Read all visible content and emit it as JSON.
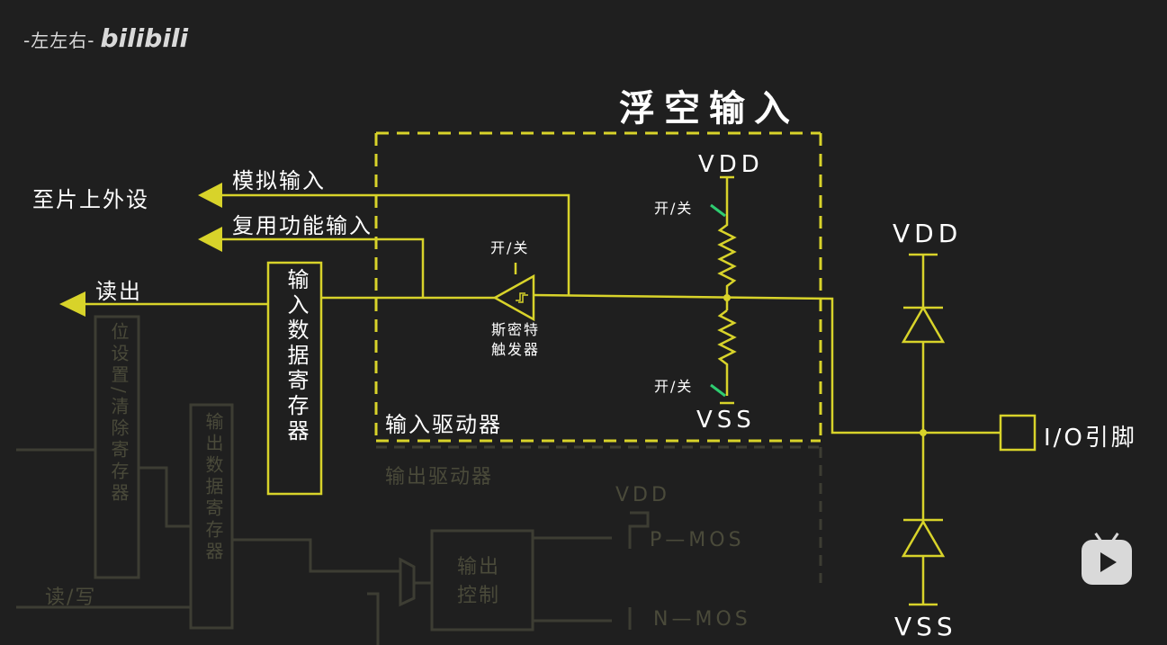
{
  "watermark": {
    "author": "-左左右-",
    "brand": "bilibili"
  },
  "title": "浮空输入",
  "labels": {
    "to_peripheral": "至片上外设",
    "analog_input": "模拟输入",
    "alt_func_input": "复用功能输入",
    "read_out": "读出",
    "input_data_register": "输入数据寄存器",
    "switch_trigger": "开/关",
    "schmitt_trigger": "斯密特触发器",
    "switch_top": "开/关",
    "switch_bottom": "开/关",
    "vdd_inner": "VDD",
    "vss_inner": "VSS",
    "input_driver": "输入驱动器",
    "vdd_right": "VDD",
    "vss_right": "VSS",
    "io_pin": "I/O引脚"
  },
  "dim_labels": {
    "bit_set_clear_register": "位设置/清除寄存器",
    "output_data_register": "输出数据寄存器",
    "output_driver": "输出驱动器",
    "vdd_out": "VDD",
    "pmos": "P—MOS",
    "nmos": "N—MOS",
    "output_control": "输出控制",
    "read_write": "读/写"
  },
  "colors": {
    "background": "#1f1f1f",
    "wire": "#d8d32a",
    "text": "#ffffff",
    "dim": "#4a4a3a",
    "switch_green": "#2ecc71"
  },
  "icons": [
    "play-icon"
  ]
}
